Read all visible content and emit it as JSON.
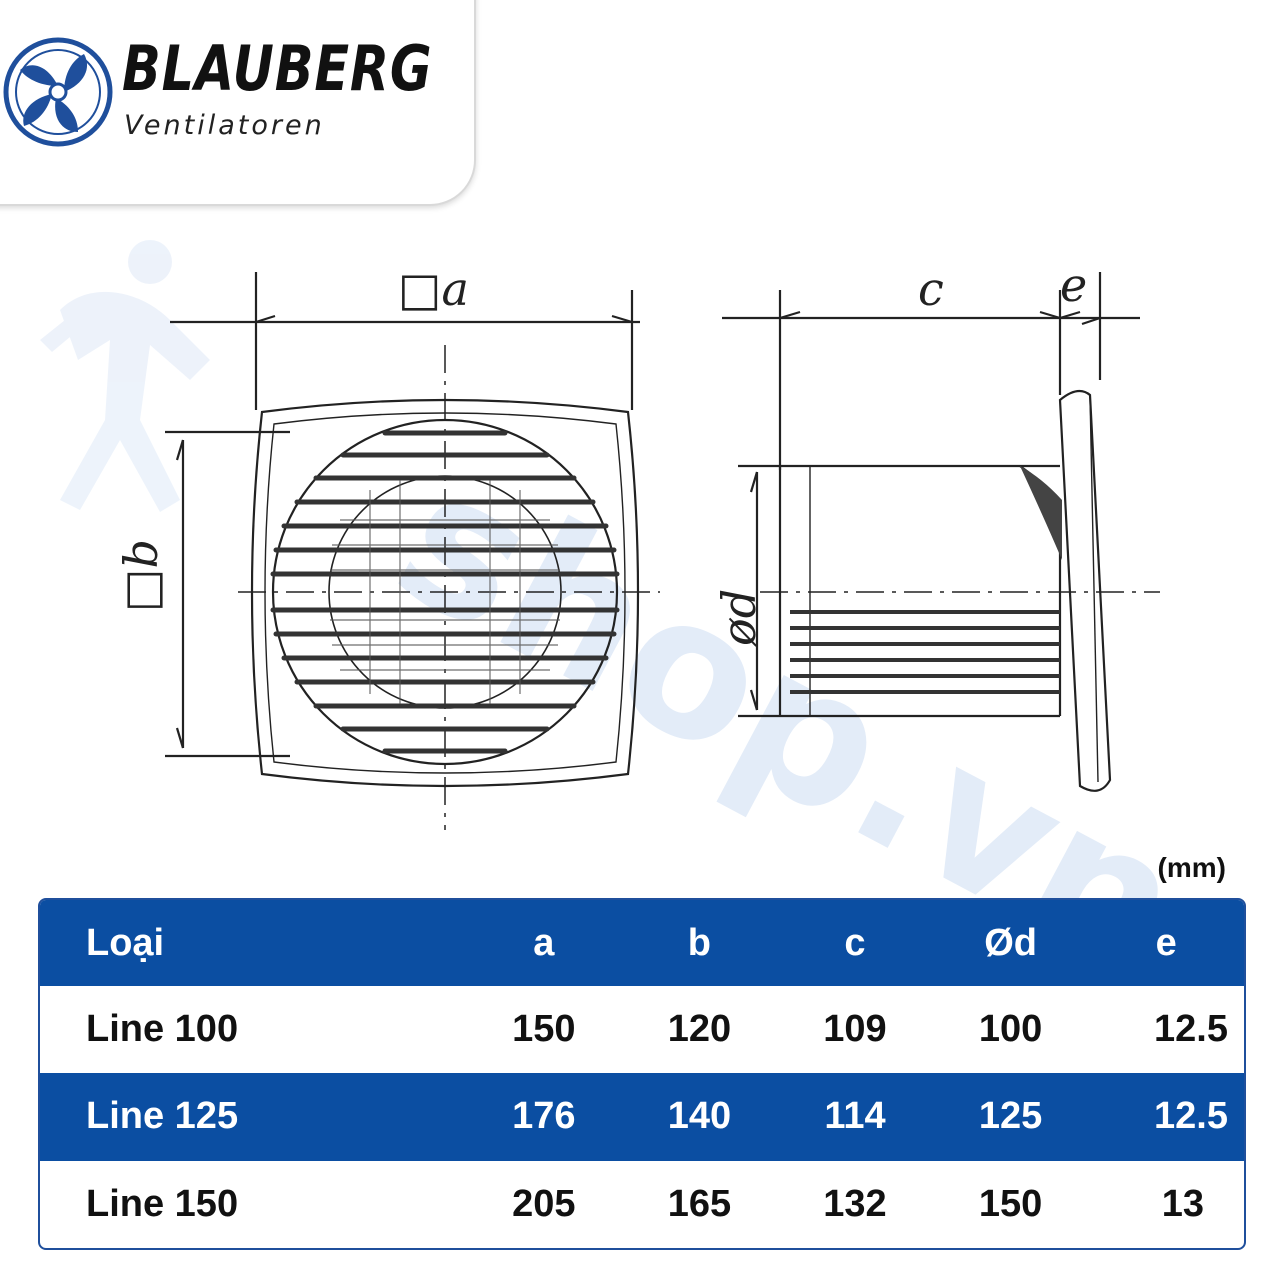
{
  "brand": {
    "name": "BLAUBERG",
    "subtitle": "Ventilatoren",
    "colors": {
      "logo_blue": "#1f4f9c",
      "text": "#111111"
    },
    "logo_icon": "fan-logo-icon"
  },
  "watermark": {
    "text": "shop.vn",
    "color": "#dfe9f7"
  },
  "drawing": {
    "front_view_labels": {
      "a": "□a",
      "b": "□b"
    },
    "side_view_labels": {
      "c": "c",
      "e": "e",
      "d": "ød"
    }
  },
  "unit_note": "(mm)",
  "table": {
    "header_color": "#0b4ea2",
    "headers": [
      "Loại",
      "a",
      "b",
      "c",
      "Ød",
      "e"
    ],
    "rows": [
      [
        "Line 100",
        "150",
        "120",
        "109",
        "100",
        "12.5"
      ],
      [
        "Line 125",
        "176",
        "140",
        "114",
        "125",
        "12.5"
      ],
      [
        "Line 150",
        "205",
        "165",
        "132",
        "150",
        "13"
      ]
    ]
  }
}
